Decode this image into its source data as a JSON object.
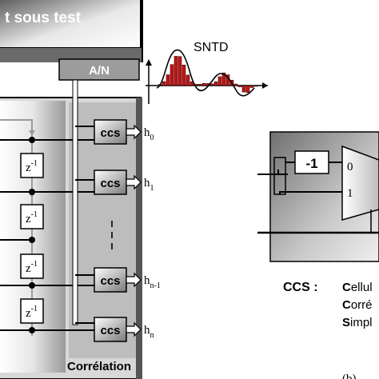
{
  "header": {
    "title": "t sous test"
  },
  "converter": {
    "label": "A/N"
  },
  "signal": {
    "label": "SNTD"
  },
  "delay": {
    "base": "z",
    "exponent": "-1"
  },
  "cells": [
    {
      "label": "ccs",
      "out_base": "h",
      "out_sub": "0"
    },
    {
      "label": "ccs",
      "out_base": "h",
      "out_sub": "1"
    },
    {
      "label": "ccs",
      "out_base": "h",
      "out_sub": "n-1"
    },
    {
      "label": "ccs",
      "out_base": "h",
      "out_sub": "n"
    }
  ],
  "correlation": {
    "label": "Corrélation"
  },
  "detail": {
    "inverter_label": "-1",
    "mux_input_0": "0",
    "mux_input_1": "1"
  },
  "legend": {
    "abbr": "CCS :",
    "lines": [
      {
        "initial": "C",
        "rest": "ellul"
      },
      {
        "initial": "C",
        "rest": "orré"
      },
      {
        "initial": "S",
        "rest": "impl"
      }
    ]
  },
  "caption": {
    "text": "(b)"
  },
  "colors": {
    "signal_red": "#d01010",
    "dark_gray": "#555555",
    "mid_gray": "#9a9a9a",
    "light_gray": "#d2d2d2"
  }
}
